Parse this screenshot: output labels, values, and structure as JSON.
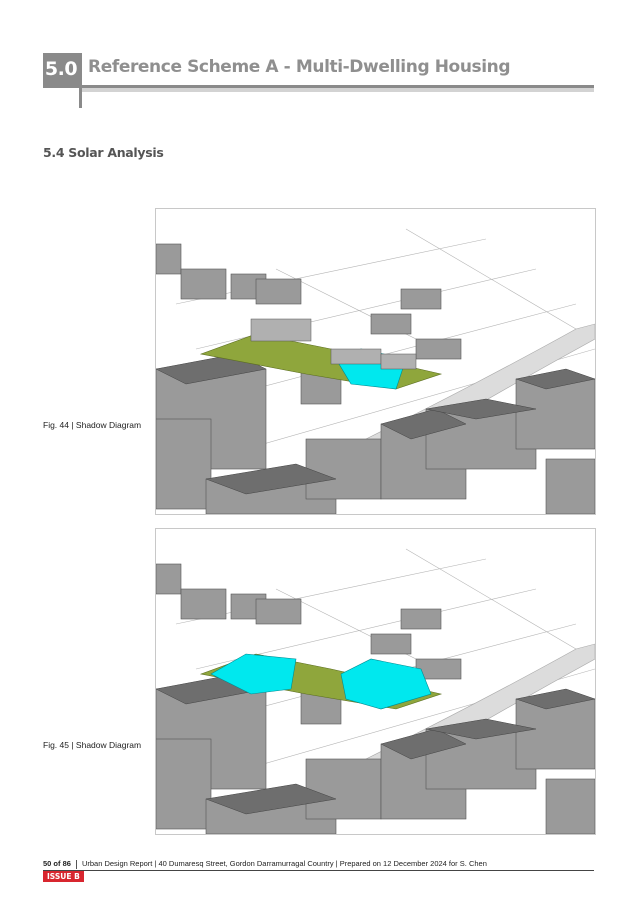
{
  "header": {
    "number": "5.0",
    "title": "Reference Scheme A - Multi-Dwelling Housing"
  },
  "section": {
    "title": "5.4 Solar Analysis"
  },
  "figures": [
    {
      "caption": "Fig. 44 | Shadow Diagram",
      "shadow_color": "#00e8ee"
    },
    {
      "caption": "Fig. 45 | Shadow Diagram",
      "shadow_color": "#00e8ee"
    }
  ],
  "colors": {
    "building": "#8f8f8f",
    "building_top": "#6b6b6b",
    "site_green": "#8fa63c",
    "issue_red": "#d8262f"
  },
  "footer": {
    "page": "50 of 86",
    "text": "Urban Design Report  |  40 Dumaresq Street, Gordon Darramurragal Country  |  Prepared on 12 December 2024 for S. Chen",
    "issue": "ISSUE B"
  }
}
